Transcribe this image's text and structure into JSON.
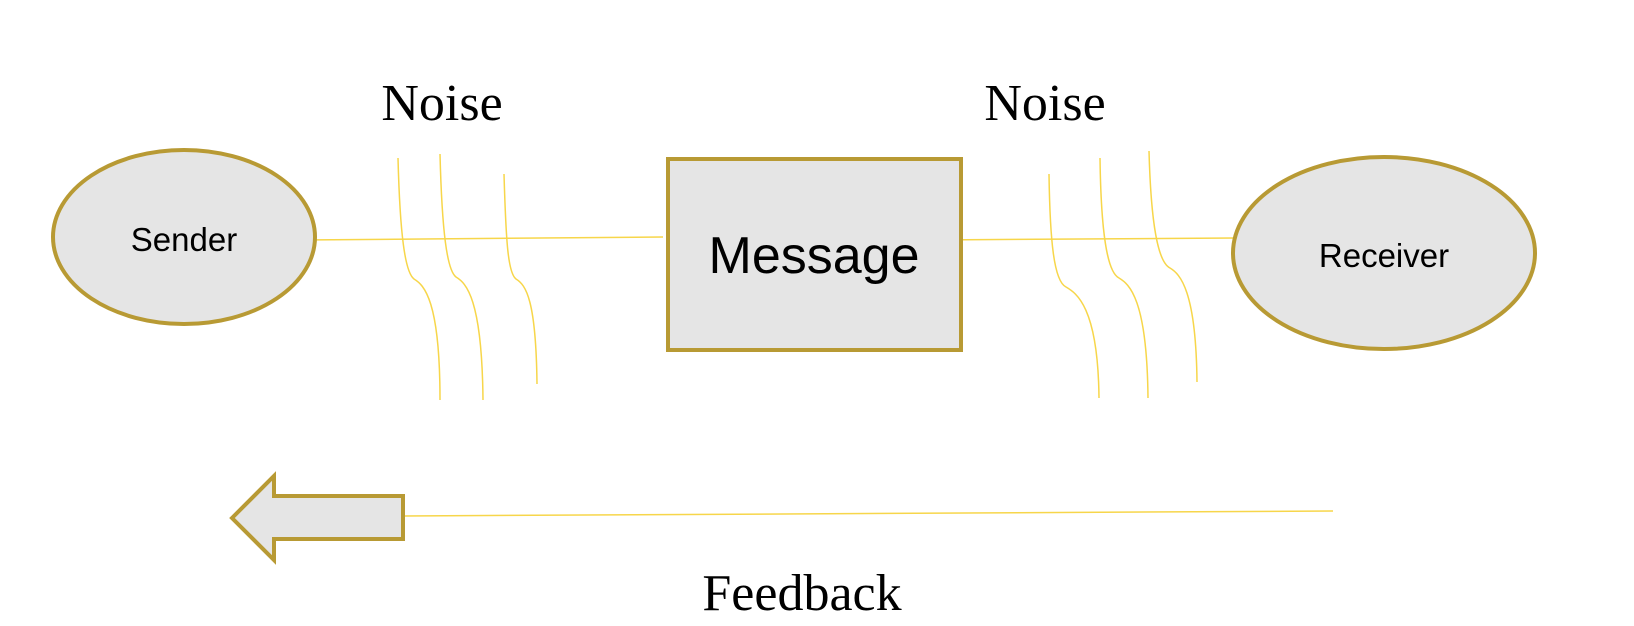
{
  "diagram": {
    "sender_label": "Sender",
    "message_label": "Message",
    "receiver_label": "Receiver",
    "noise_left_label": "Noise",
    "noise_right_label": "Noise",
    "feedback_label": "Feedback"
  },
  "colors": {
    "shape_fill": "#e5e5e5",
    "shape_stroke": "#b89a34",
    "line": "#f7d64a",
    "text": "#000000"
  }
}
